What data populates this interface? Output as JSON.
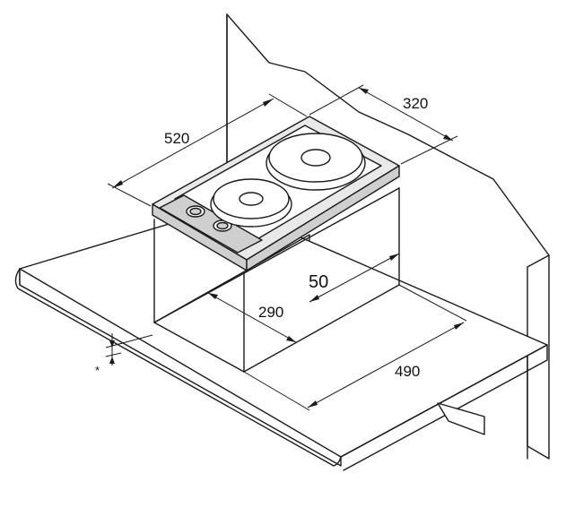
{
  "dimensions": {
    "width_hob": "520",
    "depth_hob": "320",
    "cutout_depth": "290",
    "offset": "50",
    "cutout_width": "490"
  },
  "note_marker": "*",
  "icons": {
    "large_plate": "hotplate-large",
    "small_plate": "hotplate-small",
    "knob": "control-knob"
  }
}
